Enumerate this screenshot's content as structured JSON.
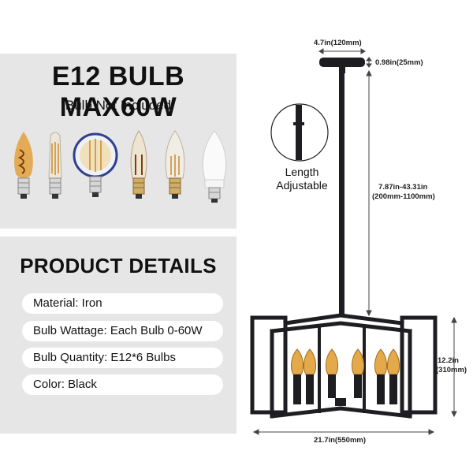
{
  "bulb_section": {
    "title": "E12 BULB MAX60W",
    "subtitle": "Bulb Not Included",
    "bulbs": [
      "vintage-spiral-bulb-icon",
      "tubular-filament-bulb-icon",
      "globe-filament-bulb-icon",
      "flame-tip-bulb-icon",
      "clear-candle-bulb-icon",
      "led-candle-bulb-icon"
    ]
  },
  "details_section": {
    "title": "PRODUCT DETAILS",
    "items": [
      "Material: Iron",
      "Bulb Wattage: Each Bulb 0-60W",
      "Bulb Quantity: E12*6 Bulbs",
      "Color: Black"
    ]
  },
  "dimensions": {
    "canopy_width": "4.7in(120mm)",
    "canopy_height": "0.98in(25mm)",
    "rod_length_in": "7.87in-43.31in",
    "rod_length_mm": "(200mm-1100mm)",
    "body_height_in": "12.2in",
    "body_height_mm": "(310mm)",
    "body_width": "21.7in(550mm)"
  },
  "callout": {
    "line1": "Length",
    "line2": "Adjustable"
  },
  "colors": {
    "panel": "#e6e6e6",
    "fixture": "#1e1e22",
    "bulb_glass": "#e3a94a"
  }
}
